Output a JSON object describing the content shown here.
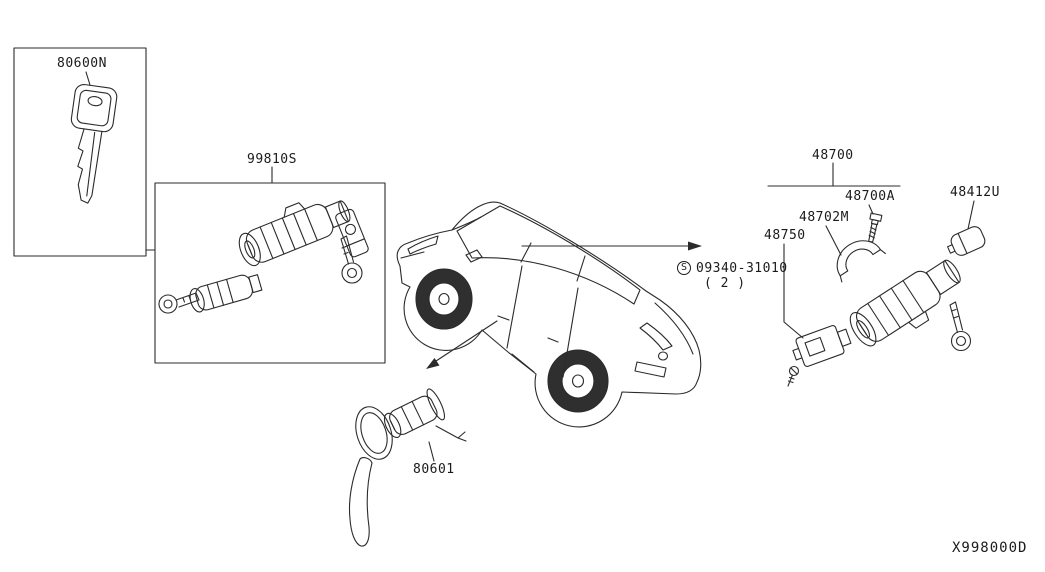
{
  "diagram": {
    "code": "X998000D",
    "callouts": {
      "key_blank": "80600N",
      "key_set": "99810S",
      "steering_lock_assy": "48700",
      "steering_lock_bolt": "48700A",
      "steering_lock_clamp": "48702M",
      "key_interlock_switch": "48750",
      "key_cylinder_cap": "48412U",
      "door_lock_cylinder": "80601"
    },
    "fastener": {
      "symbol": "S",
      "part_number": "09340-31010",
      "quantity": "( 2 )"
    },
    "colors": {
      "line": "#2b2b2b",
      "background": "#ffffff"
    }
  }
}
